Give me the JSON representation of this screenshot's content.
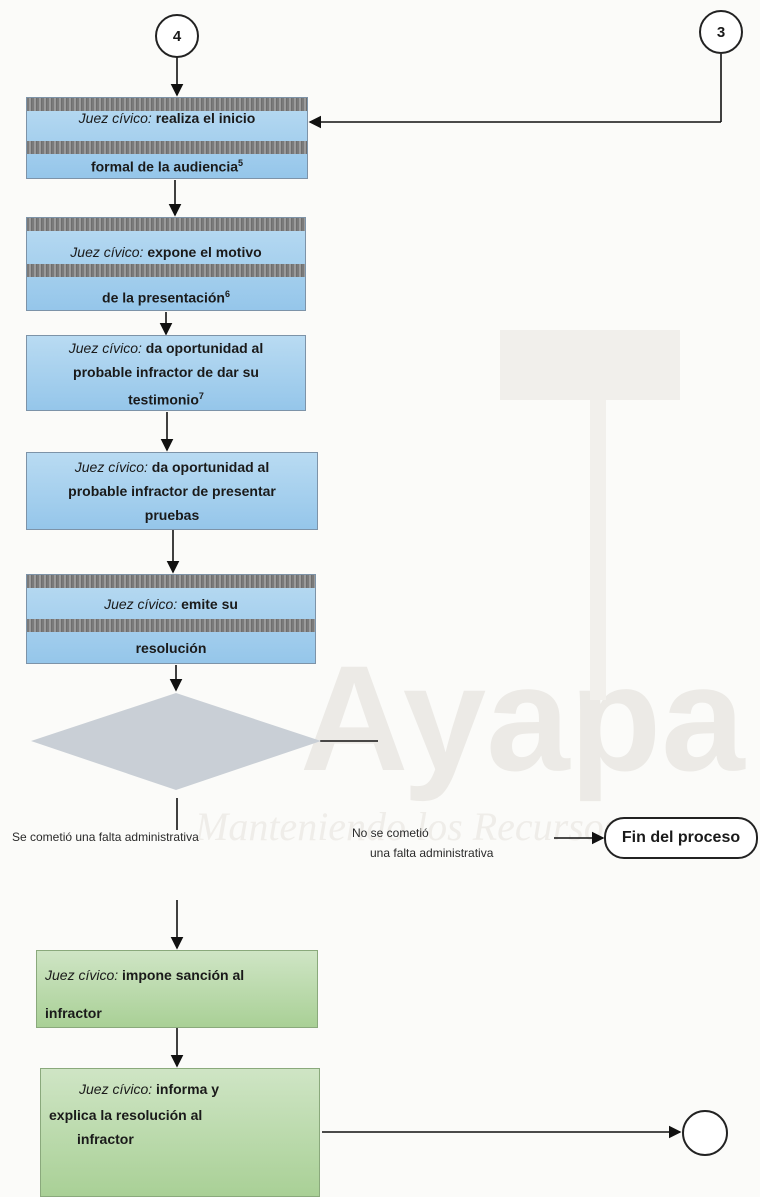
{
  "connectors": {
    "top_left": "4",
    "top_right": "3"
  },
  "steps": [
    {
      "lead": "Juez cívico:",
      "lines": [
        "realiza el inicio",
        "formal de la audiencia"
      ],
      "note": "5"
    },
    {
      "lead": "Juez cívico:",
      "lines": [
        "expone el motivo",
        "de la presentación"
      ],
      "note": "6"
    },
    {
      "lead": "Juez cívico:",
      "lines": [
        "da oportunidad al",
        "probable infractor de dar su",
        "testimonio"
      ],
      "note": "7"
    },
    {
      "lead": "Juez cívico:",
      "lines": [
        "da oportunidad al",
        "probable infractor de  presentar",
        "pruebas"
      ]
    },
    {
      "lead": "Juez cívico:",
      "lines": [
        "emite su",
        "resolución"
      ]
    },
    {
      "lead": "Juez cívico:",
      "lines": [
        "impone sanción al",
        "infractor"
      ]
    },
    {
      "lead": "Juez cívico:",
      "lines": [
        "informa y",
        "explica la resolución al",
        "infractor"
      ]
    }
  ],
  "decision": {
    "yes_label": "Se cometió una falta administrativa",
    "no_label_line1": "No se cometió",
    "no_label_line2": "una falta administrativa"
  },
  "end": {
    "label": "Fin del proceso"
  }
}
